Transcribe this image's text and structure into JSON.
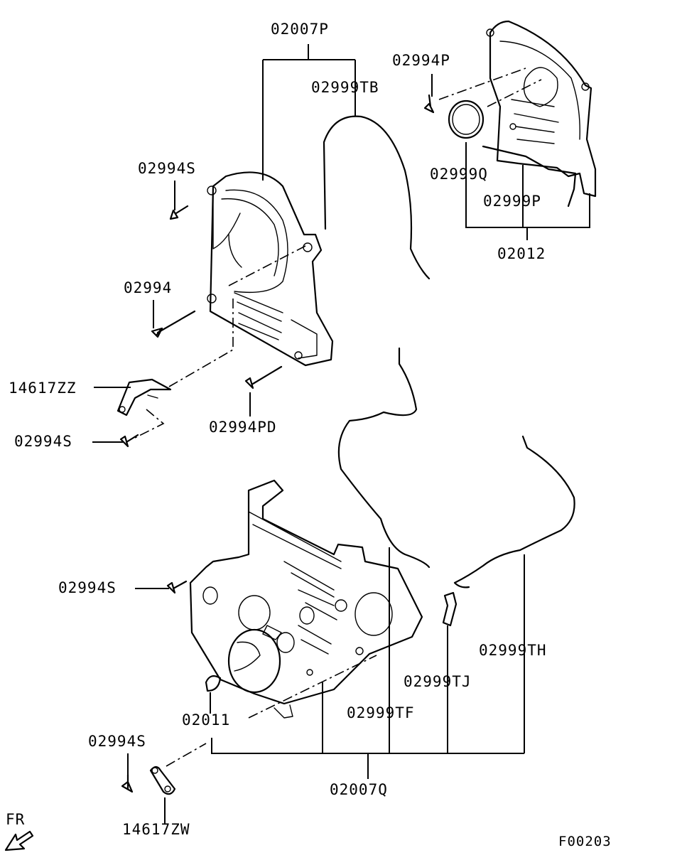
{
  "labels": {
    "upper_cover_assy": "02007P",
    "upper_seal_tb": "02999TB",
    "bolt_p_rear": "02994P",
    "bolt_s_upper": "02994S",
    "rear_seal_q": "02999Q",
    "rear_seal_p": "02999P",
    "rear_plate_assy": "02012",
    "bolt_long": "02994",
    "bracket_zz": "14617ZZ",
    "bolt_s_bracket": "02994S",
    "bolt_pd": "02994PD",
    "bolt_s_lower": "02994S",
    "seal_th": "02999TH",
    "clip_tj": "02999TJ",
    "seal_tf": "02999TF",
    "cap_02011": "02011",
    "bolt_s_bottom": "02994S",
    "lower_cover_assy": "02007Q",
    "bracket_zw": "14617ZW",
    "direction": "FR",
    "figure_code": "F00203"
  }
}
